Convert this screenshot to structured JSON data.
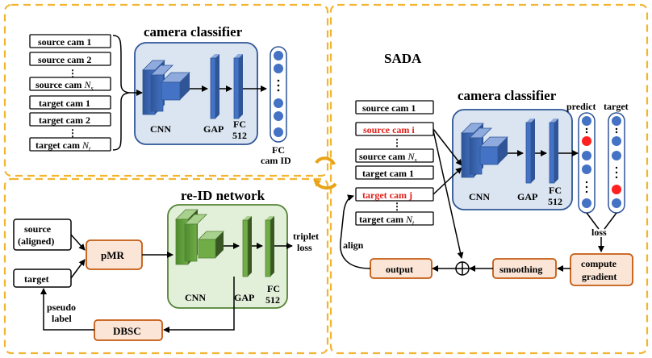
{
  "top_left": {
    "title": "camera classifier",
    "inputs": [
      "source cam 1",
      "source cam 2",
      "⋮",
      "source cam N_s",
      "target cam 1",
      "target cam 2",
      "⋮",
      "target cam N_t"
    ],
    "cnn_label": "CNN",
    "gap_label": "GAP",
    "fc_label": "FC",
    "fc_dim": "512",
    "out_label_1": "FC",
    "out_label_2": "cam ID"
  },
  "bottom_left": {
    "title": "re-ID network",
    "source_label_1": "source",
    "source_label_2": "(aligned)",
    "target_label": "target",
    "pmr_label": "pMR",
    "cnn_label": "CNN",
    "gap_label": "GAP",
    "fc_label": "FC",
    "fc_dim": "512",
    "loss_label_1": "triplet",
    "loss_label_2": "loss",
    "dbsc_label": "DBSC",
    "pseudo_label_1": "pseudo",
    "pseudo_label_2": "label"
  },
  "right": {
    "title": "SADA",
    "classifier_title": "camera classifier",
    "inputs": [
      "source cam 1",
      "source cam i",
      "⋮",
      "source cam N_s",
      "target cam 1",
      "target cam j",
      "⋮",
      "target cam N_t"
    ],
    "highlight_inputs": [
      "source cam i",
      "target cam j"
    ],
    "predict_label": "predict",
    "target_label": "target",
    "cnn_label": "CNN",
    "gap_label": "GAP",
    "fc_label": "FC",
    "fc_dim": "512",
    "loss_label": "loss",
    "compute_label_1": "compute",
    "compute_label_2": "gradient",
    "smoothing_label": "smoothing",
    "output_label": "output",
    "align_label": "align"
  },
  "colors": {
    "dashed_border": "#f2b530",
    "classifier_bg": "#dbe5f1",
    "classifier_border": "#2f5597",
    "network_bg": "#e2efd9",
    "network_border": "#548235",
    "block_blue": "#4472c4",
    "block_green": "#70ad47",
    "node_blue": "#4472c4",
    "node_red": "#ff2020",
    "process_fill": "#fbe5d6",
    "process_border": "#c55a11",
    "highlight_text": "#e0201a"
  }
}
